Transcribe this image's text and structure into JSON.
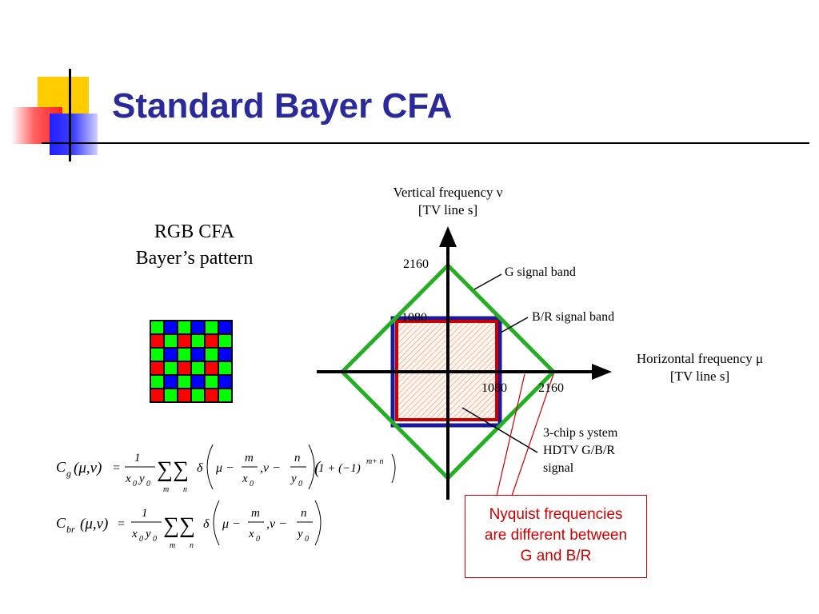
{
  "slide": {
    "title": "Standard Bayer CFA",
    "rgb_label_line1": "RGB CFA",
    "rgb_label_line2": "Bayer’s pattern"
  },
  "bayer_pattern": {
    "colors": {
      "G": "#00ff00",
      "B": "#0000ff",
      "R": "#ff0000"
    },
    "rows": [
      [
        "G",
        "B",
        "G",
        "B",
        "G",
        "B"
      ],
      [
        "R",
        "G",
        "R",
        "G",
        "R",
        "G"
      ],
      [
        "G",
        "B",
        "G",
        "B",
        "G",
        "B"
      ],
      [
        "R",
        "G",
        "R",
        "G",
        "R",
        "G"
      ],
      [
        "G",
        "B",
        "G",
        "B",
        "G",
        "B"
      ],
      [
        "R",
        "G",
        "R",
        "G",
        "R",
        "G"
      ]
    ]
  },
  "diagram": {
    "vertical_axis_line1": "Vertical frequency  ν",
    "vertical_axis_line2": "[TV line s]",
    "horizontal_axis_line1": "Horizontal frequency  μ",
    "horizontal_axis_line2": "[TV line s]",
    "tick_2160_v": "2160",
    "tick_1080_v": "1080",
    "tick_1080_h": "1080",
    "tick_2160_h": "2160",
    "g_band_label": "G signal band",
    "br_band_label": "B/R  signal band",
    "chip_line1": "3-chip s ystem",
    "chip_line2": "HDTV G/B/R",
    "chip_line3": "signal",
    "colors": {
      "green": "#22b022",
      "red": "#cc0000",
      "blue": "#1a1aa0",
      "hatch": "#f0a080",
      "nyquist": "#d00000"
    }
  },
  "nyquist_box": {
    "line1": "Nyquist frequencies",
    "line2": "are different between",
    "line3": "G and B/R"
  },
  "formulas": {
    "cg_lhs": "C",
    "cg_sub": "g",
    "cbr_lhs": "C",
    "cbr_sub": "br",
    "args": "(μ,ν)",
    "eq": "=",
    "one": "1",
    "denom_x": "x",
    "denom_y": "y",
    "zero": "0",
    "sum": "∑∑",
    "sum_m": "m",
    "sum_n": "n",
    "delta": "δ",
    "mu_minus": "μ −",
    "m": "m",
    "comma_nu_minus": ",ν −",
    "n": "n",
    "factor": "1 + (−1)",
    "exponent": "m+ n"
  }
}
